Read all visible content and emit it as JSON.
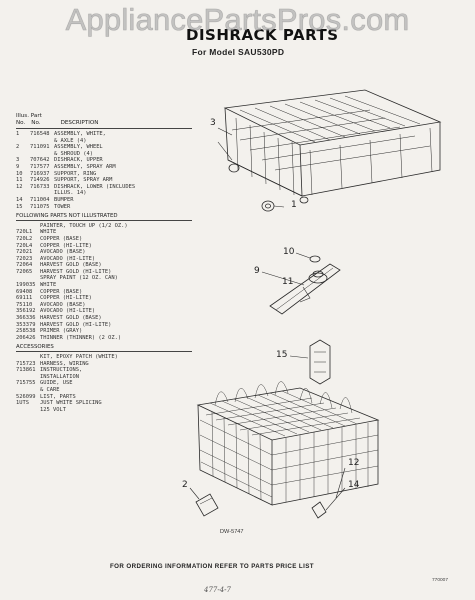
{
  "watermark": "AppliancePartsPros.com",
  "title": "DISHRACK PARTS",
  "subtitle": "For Model SAU530PD",
  "list_header": {
    "line1": "Illus. Part",
    "no": "No.",
    "part_no": "No.",
    "description": "DESCRIPTION"
  },
  "parts": [
    {
      "no": "1",
      "part": "716548",
      "desc": "ASSEMBLY, WHITE,"
    },
    {
      "no": "",
      "part": "",
      "desc": "& AXLE (4)"
    },
    {
      "no": "2",
      "part": "711091",
      "desc": "ASSEMBLY, WHEEL"
    },
    {
      "no": "",
      "part": "",
      "desc": "& SHROUD (4)"
    },
    {
      "no": "3",
      "part": "707642",
      "desc": "DISHRACK, UPPER"
    },
    {
      "no": "9",
      "part": "717577",
      "desc": "ASSEMBLY, SPRAY ARM"
    },
    {
      "no": "10",
      "part": "716937",
      "desc": "SUPPORT, RING"
    },
    {
      "no": "11",
      "part": "714926",
      "desc": "SUPPORT, SPRAY ARM"
    },
    {
      "no": "12",
      "part": "716733",
      "desc": "DISHRACK, LOWER (INCLUDES"
    },
    {
      "no": "",
      "part": "",
      "desc": "ILLUS. 14)"
    },
    {
      "no": "14",
      "part": "711004",
      "desc": "BUMPER"
    },
    {
      "no": "15",
      "part": "711075",
      "desc": "TOWER"
    }
  ],
  "section_not_illustrated": "FOLLOWING PARTS NOT ILLUSTRATED",
  "not_illustrated": [
    {
      "part": "",
      "desc": "PAINTER, TOUCH UP (1/2 OZ.)"
    },
    {
      "part": "720L1",
      "desc": "WHITE"
    },
    {
      "part": "720L2",
      "desc": "COPPER (BASE)"
    },
    {
      "part": "720L4",
      "desc": "COPPER (HI-LITE)"
    },
    {
      "part": "72021",
      "desc": "AVOCADO (BASE)"
    },
    {
      "part": "72023",
      "desc": "AVOCADO (HI-LITE)"
    },
    {
      "part": "72064",
      "desc": "HARVEST GOLD (BASE)"
    },
    {
      "part": "72065",
      "desc": "HARVEST GOLD (HI-LITE)"
    },
    {
      "part": "",
      "desc": "SPRAY PAINT (12 OZ. CAN)"
    },
    {
      "part": "199035",
      "desc": "WHITE"
    },
    {
      "part": "69408",
      "desc": "COPPER (BASE)"
    },
    {
      "part": "69111",
      "desc": "COPPER (HI-LITE)"
    },
    {
      "part": "75110",
      "desc": "AVOCADO (BASE)"
    },
    {
      "part": "356192",
      "desc": "AVOCADO (HI-LITE)"
    },
    {
      "part": "366336",
      "desc": "HARVEST GOLD (BASE)"
    },
    {
      "part": "353379",
      "desc": "HARVEST GOLD (HI-LITE)"
    },
    {
      "part": "258538",
      "desc": "PRIMER (GRAY)"
    },
    {
      "part": "206426",
      "desc": "THINNER (THINNER) (2 OZ.)"
    }
  ],
  "section_accessories": "ACCESSORIES",
  "accessories": [
    {
      "part": "",
      "desc": "KIT, EPOXY PATCH (WHITE)"
    },
    {
      "part": "715723",
      "desc": "HARNESS, WIRING"
    },
    {
      "part": "713861",
      "desc": "INSTRUCTIONS,"
    },
    {
      "part": "",
      "desc": "INSTALLATION"
    },
    {
      "part": "715755",
      "desc": "GUIDE, USE"
    },
    {
      "part": "",
      "desc": "& CARE"
    },
    {
      "part": "526099",
      "desc": "LIST, PARTS"
    },
    {
      "part": "",
      "desc": ""
    },
    {
      "part": "1UTS",
      "desc": "JUST WHITE SPLICING"
    },
    {
      "part": "",
      "desc": "125 VOLT"
    }
  ],
  "callouts": {
    "c3": "3",
    "c1": "1",
    "c9": "9",
    "c10": "10",
    "c11": "11",
    "c15": "15",
    "c2": "2",
    "c12": "12",
    "c14": "14"
  },
  "drawing_number": "DW-5747",
  "footer_note": "FOR ORDERING INFORMATION REFER TO PARTS PRICE LIST",
  "page_mark": "477-4-7",
  "corner_code": "770007"
}
